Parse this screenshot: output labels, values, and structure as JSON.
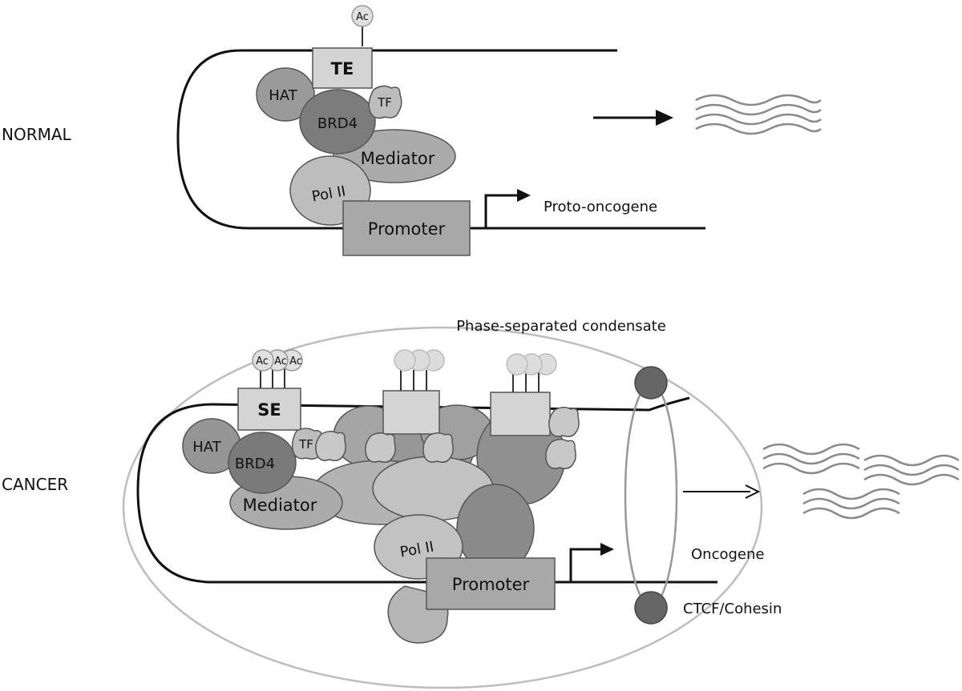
{
  "conditions": {
    "normal": "NORMAL",
    "cancer": "CANCER"
  },
  "normal": {
    "acetyl": "Ac",
    "element": "TE",
    "hat": "HAT",
    "brd4": "BRD4",
    "tf": "TF",
    "mediator": "Mediator",
    "pol2": "Pol II",
    "promoter": "Promoter",
    "gene": "Proto-oncogene"
  },
  "cancer": {
    "condensate": "Phase-separated condensate",
    "acetyl_marks": [
      "Ac",
      "Ac",
      "Ac"
    ],
    "element": "SE",
    "hat": "HAT",
    "brd4": "BRD4",
    "tf": "TF",
    "mediator": "Mediator",
    "pol2": "Pol II",
    "promoter": "Promoter",
    "gene": "Oncogene",
    "loop_anchor": "CTCF/Cohesin"
  },
  "colors": {
    "light": "#d4d4d4",
    "mid": "#a8a8a8",
    "dark": "#858585",
    "darker": "#6a6a6a",
    "stroke": "#555555",
    "rna": "#8a8a8a"
  }
}
